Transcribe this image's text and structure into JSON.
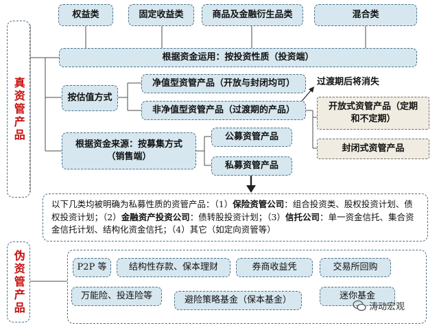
{
  "left_labels": {
    "real": "真资管产品",
    "pseudo": "伪资管产品"
  },
  "top_categories": [
    "权益类",
    "固定收益类",
    "商品及金融衍生品类",
    "混合类"
  ],
  "by_use": "根据资金运用：按投资性质（投资端）",
  "by_valuation": "按估值方式",
  "nav_product": "净值型资管产品（开放与封闭均可）",
  "non_nav_product": "非净值型资管产品（过渡期的产品）",
  "transition_note": "过渡期后将消失",
  "open_product": "开放式资管产品（定期和不定期）",
  "closed_product": "封闭式资管产品",
  "by_source": "根据资金来源：按募集方式（销售端）",
  "public_fund": "公募资管产品",
  "private_fund": "私募资管产品",
  "private_note": {
    "p1": "以下几类均被明确为私募性质的资管产品：（1）",
    "b1": "保险资管公司",
    "p2": "：组合投资类、股权投资计划、债权投资计划；（2）",
    "b2": "金融资产投资公司",
    "p3": "：债转股投资计划；（3）",
    "b3": "信托公司",
    "p4": "：单一资金信托、集合资金信托计划、结构化资金信托；（4）其它（如定向资管等）"
  },
  "pseudo_items": [
    "P2P 等",
    "结构性存款、保本理财",
    "券商收益凭",
    "交易所回购",
    "万能险、投连险等",
    "避险策略基金（保本基金）",
    "迷你基金"
  ],
  "watermark": "涛动宏观"
}
